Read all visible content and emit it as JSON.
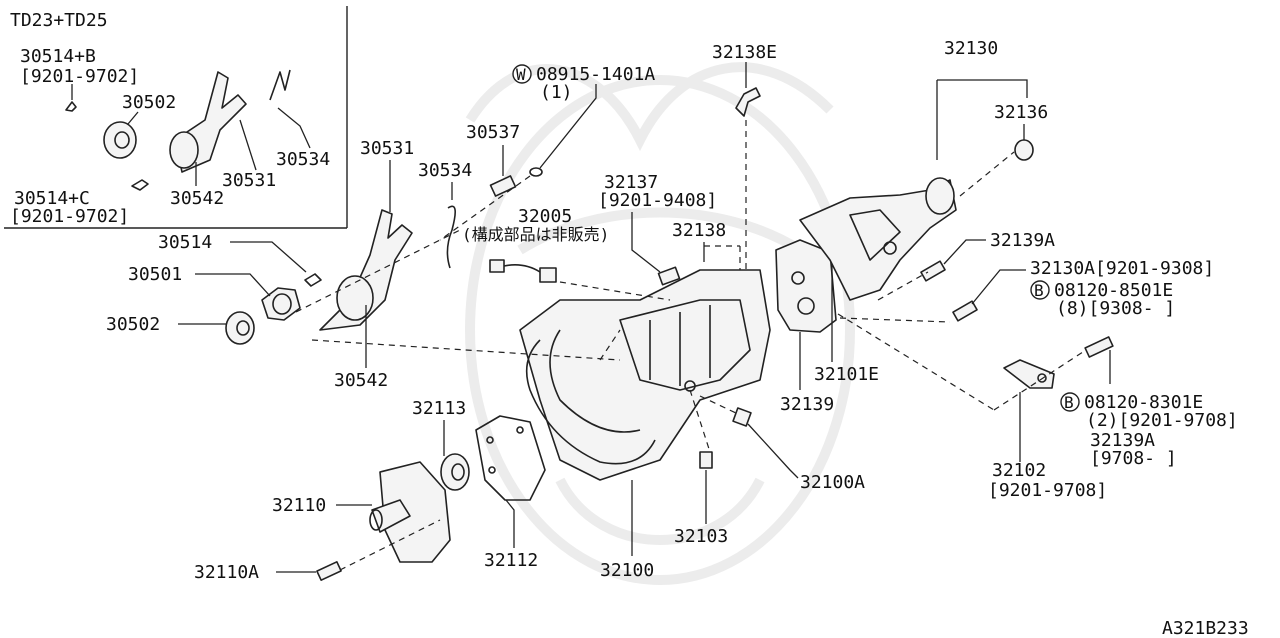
{
  "inset": {
    "title": "TD23+TD25",
    "labels": {
      "l30514b": "30514+B",
      "l30514b_range": "[9201-9702]",
      "l30502": "30502",
      "l30534": "30534",
      "l30531": "30531",
      "l30542": "30542",
      "l30514c": "30514+C",
      "l30514c_range": "[9201-9702]"
    }
  },
  "labels": {
    "l30531": "30531",
    "l30534": "30534",
    "l30537": "30537",
    "l08915_circle": "W",
    "l08915": "08915-1401A",
    "l08915_qty": "(1)",
    "l32138e": "32138E",
    "l32130": "32130",
    "l32136": "32136",
    "l32137": "32137",
    "l32137_range": "[9201-9408]",
    "l32005": "32005",
    "l32005_note": "(構成部品は非販売)",
    "l32138": "32138",
    "l32139a": "32139A",
    "l32130a": "32130A[9201-9308]",
    "l08120_8501_circle": "B",
    "l08120_8501": "08120-8501E",
    "l08120_8501_qty": "(8)[9308-    ]",
    "l30514": "30514",
    "l30501": "30501",
    "l30502": "30502",
    "l30542": "30542",
    "l32113": "32113",
    "l32139": "32139",
    "l32101e": "32101E",
    "l08120_8301_circle": "B",
    "l08120_8301": "08120-8301E",
    "l08120_8301_qty": "(2)[9201-9708]",
    "l32139a_b": "32139A",
    "l32139a_b_range": "[9708-    ]",
    "l32100a": "32100A",
    "l32102": "32102",
    "l32102_range": "[9201-9708]",
    "l32110": "32110",
    "l32112": "32112",
    "l32103": "32103",
    "l32100": "32100",
    "l32110a": "32110A",
    "diagram_code": "A321B233"
  }
}
